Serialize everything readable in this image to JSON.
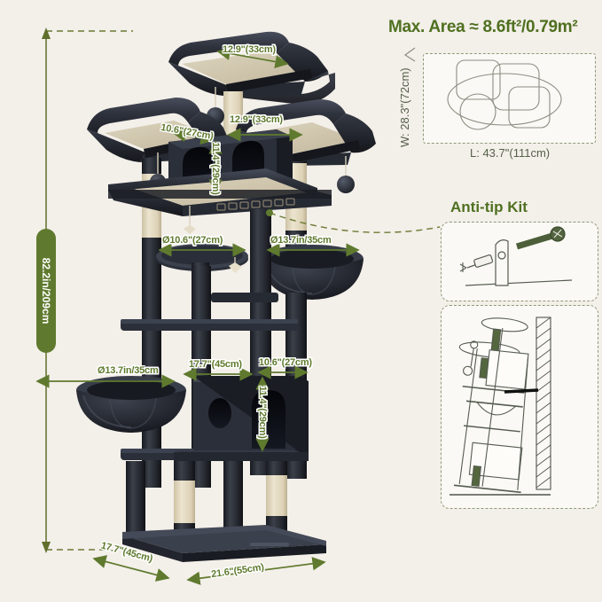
{
  "page": {
    "background_color": "#f3efe9",
    "annotation_color": "#5f7a2e",
    "heading_color": "#4f7020"
  },
  "product": {
    "name": "multi-level-cat-tree",
    "material_colors": {
      "plush_dark": "#23262e",
      "plush_mid": "#31353f",
      "plush_light": "#474c59",
      "platform_cream": "#cfc6b0",
      "sisal": "#e6ddc6"
    }
  },
  "dimensions": {
    "total_height": "82.2in/209cm",
    "top_perch": "12.9\"(33cm)",
    "left_perch": "10.6\"(27cm)",
    "right_perch": "12.9\"(33cm)",
    "upper_condo_height": "11.4\"(29cm)",
    "round_platform": "Ø10.6\"(27cm)",
    "upper_basket": "Ø13.7in/35cm",
    "lower_basket": "Ø13.7in/35cm",
    "lower_condo_width": "17.7\"(45cm)",
    "lower_condo_depth": "10.6\"(27cm)",
    "lower_condo_height": "11.4\"(29cm)",
    "base_depth": "17.7\"(45cm)",
    "base_width": "21.6\"(55cm)"
  },
  "max_area": {
    "title": "Max. Area ≈ 8.6ft²/0.79m²",
    "length_label": "L: 43.7\"(111cm)",
    "width_label": "W: 28.3\"(72cm)"
  },
  "anti_tip": {
    "title": "Anti-tip Kit",
    "hardware_caption": "",
    "wall_caption": ""
  }
}
